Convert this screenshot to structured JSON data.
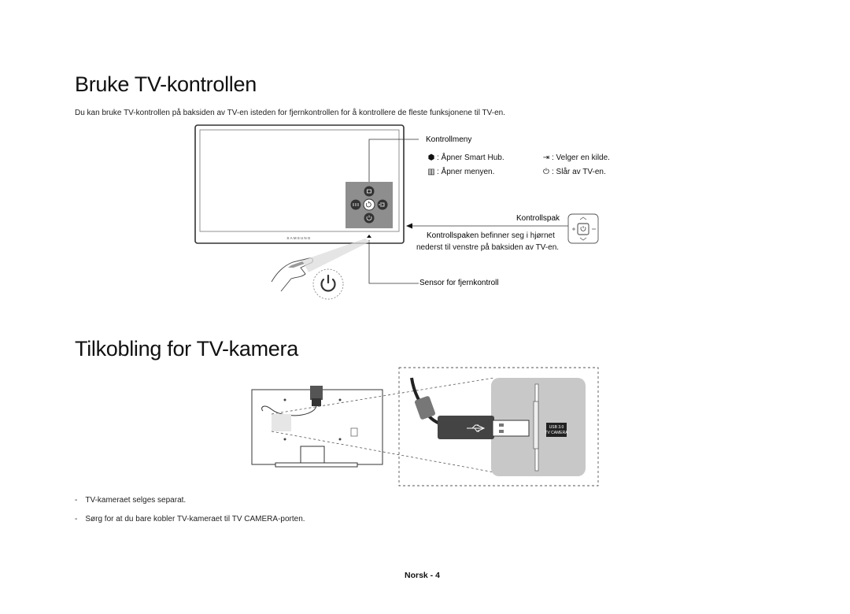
{
  "section1": {
    "title": "Bruke TV-kontrollen",
    "intro": "Du kan bruke TV-kontrollen på baksiden av TV-en isteden for fjernkontrollen for å kontrollere de fleste funksjonene til TV-en."
  },
  "control_menu": {
    "heading": "Kontrollmeny",
    "items": [
      {
        "icon": "smart-hub-icon",
        "text": ": Åpner Smart Hub."
      },
      {
        "icon": "source-icon",
        "text": ": Velger en kilde."
      },
      {
        "icon": "menu-icon",
        "text": ": Åpner menyen."
      },
      {
        "icon": "power-icon",
        "text": ": Slår av TV-en."
      }
    ]
  },
  "joystick": {
    "heading": "Kontrollspak",
    "desc_bold": "Kontrollspaken",
    "desc_rest": " befinner seg i hjørnet",
    "desc_line2": "nederst til venstre på baksiden av TV-en."
  },
  "sensor": {
    "label": "Sensor for fjernkontroll"
  },
  "tv_brand": "SAMSUNG",
  "section2": {
    "title": "Tilkobling for TV-kamera",
    "port_label_1": "USB 3.0",
    "port_label_2": "TV CAMERA",
    "bullets": [
      "TV-kameraet selges separat.",
      "Sørg for at du bare kobler TV-kameraet til TV CAMERA-porten."
    ]
  },
  "footer": {
    "page": "Norsk - 4"
  }
}
